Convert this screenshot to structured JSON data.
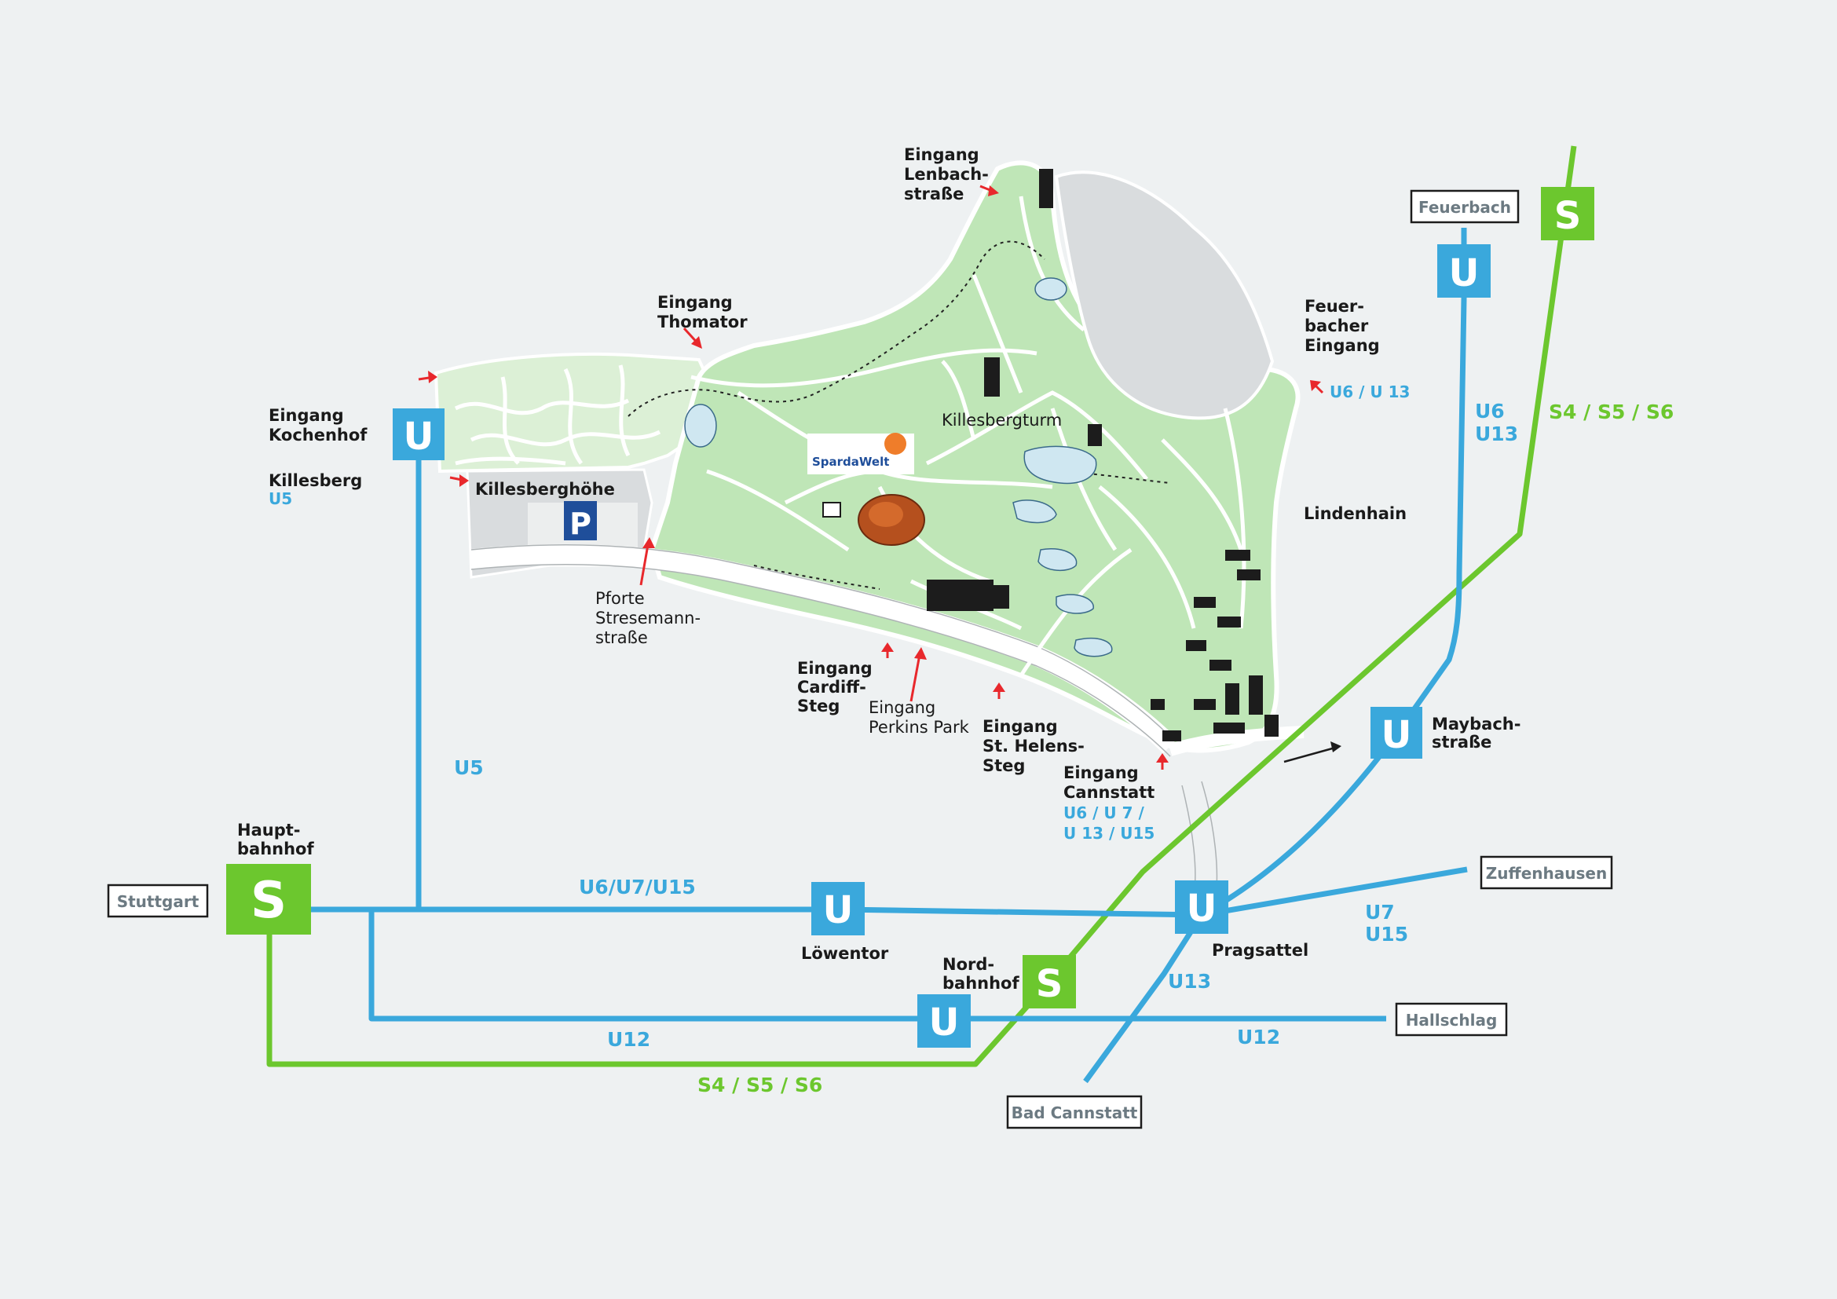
{
  "colors": {
    "background": "#eef1f2",
    "park": "#bfe6b7",
    "park_light": "#dcf0d6",
    "ubahn": "#3aa8dc",
    "sbahn": "#6cc72e",
    "entrance_arrow": "#e8282c",
    "parking": "#1f4e9a",
    "quarry": "#d9dcde"
  },
  "icons": {
    "ubahn": "ubahn-icon",
    "sbahn": "sbahn-icon",
    "parking": "parking-icon",
    "entrance": "red-arrow-icon"
  },
  "symbols": {
    "u": "U",
    "s": "S",
    "p": "P"
  },
  "entrances": {
    "lenbach": [
      "Eingang",
      "Lenbach-",
      "straße"
    ],
    "thomator": [
      "Eingang",
      "Thomator"
    ],
    "kochenhof": [
      "Eingang",
      "Kochenhof"
    ],
    "killesberg": "Killesberg",
    "killesberg_line": "U5",
    "feuerbacher": [
      "Feuer-",
      "bacher",
      "Eingang"
    ],
    "feuerbacher_lines": "U6 / U 13",
    "pforte": [
      "Pforte",
      "Stresemann-",
      "straße"
    ],
    "cardiff": [
      "Eingang",
      "Cardiff-",
      "Steg"
    ],
    "perkins": [
      "Eingang",
      "Perkins Park"
    ],
    "helens": [
      "Eingang",
      "St. Helens-",
      "Steg"
    ],
    "cannstatt": [
      "Eingang",
      "Cannstatt"
    ],
    "cannstatt_lines": [
      "U6 / U 7 /",
      "U 13 / U15"
    ]
  },
  "places": {
    "killesberghoehe": "Killesberghöhe",
    "killesbergturm": "Killesbergturm",
    "lindenhain": "Lindenhain",
    "spardawelt": "SpardaWelt"
  },
  "stations": {
    "hauptbahnhof": [
      "Haupt-",
      "bahnhof"
    ],
    "loewentor": "Löwentor",
    "nordbahnhof": [
      "Nord-",
      "bahnhof"
    ],
    "pragsattel": "Pragsattel",
    "maybachstrasse": [
      "Maybach-",
      "straße"
    ]
  },
  "destinations": {
    "stuttgart": "Stuttgart",
    "feuerbach": "Feuerbach",
    "zuffenhausen": "Zuffenhausen",
    "hallschlag": "Hallschlag",
    "bad_cannstatt": "Bad Cannstatt"
  },
  "lines": {
    "u5": "U5",
    "u6_u7_u15": "U6/U7/U15",
    "u12_left": "U12",
    "u12_right": "U12",
    "u13": "U13",
    "u6_u13": [
      "U6",
      "U13"
    ],
    "u7_u15": [
      "U7",
      "U15"
    ],
    "s_top": "S4 / S5 / S6",
    "s_bottom": "S4 / S5 / S6"
  }
}
